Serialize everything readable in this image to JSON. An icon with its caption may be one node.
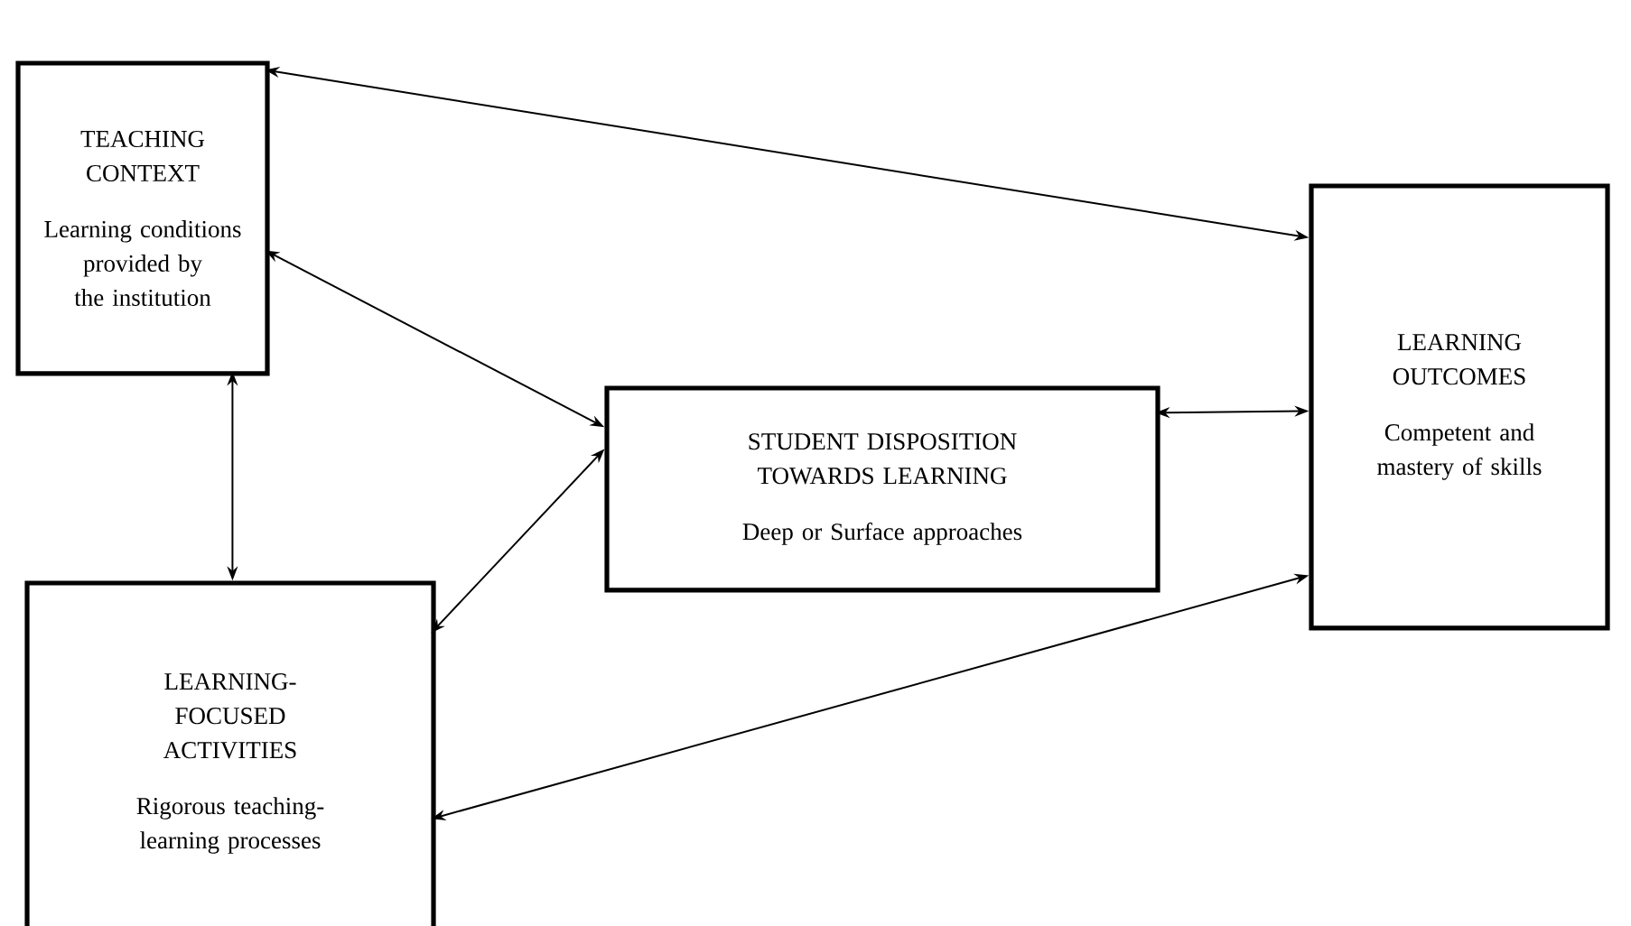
{
  "diagram": {
    "nodes": [
      {
        "text": [
          "TEACHING CONTEXT",
          "Learning conditions provided by the institution"
        ]
      },
      {
        "text": [
          "STUDENT DISPOSITION TOWARDS LEARNING",
          "Deep or Surface approaches"
        ]
      },
      {
        "text": [
          "LEARNING OUTCOMES",
          "Competent and mastery of skills"
        ]
      },
      {
        "text": [
          "LEARNING- FOCUSED ACTIVITIES",
          "Rigorous teaching- learning processes"
        ]
      }
    ],
    "edges": [
      {
        "from": 0,
        "to": 2,
        "arrow": "both"
      },
      {
        "from": 0,
        "to": 1,
        "arrow": "both"
      },
      {
        "from": 0,
        "to": 3,
        "arrow": "both"
      },
      {
        "from": 3,
        "to": 1,
        "arrow": "both"
      },
      {
        "from": 1,
        "to": 2,
        "arrow": "both"
      },
      {
        "from": 3,
        "to": 2,
        "arrow": "both"
      }
    ]
  }
}
